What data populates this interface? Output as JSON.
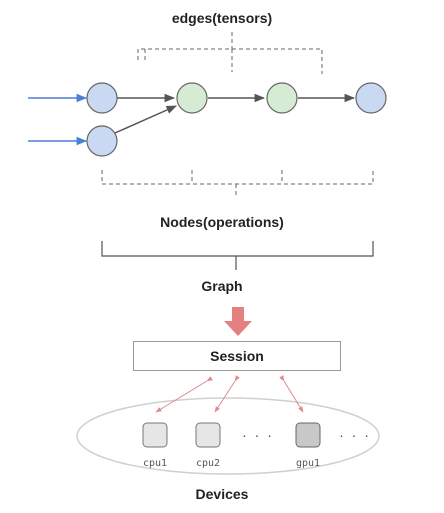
{
  "labels": {
    "edges": "edges(tensors)",
    "nodes": "Nodes(operations)",
    "graph": "Graph",
    "session": "Session",
    "devices": "Devices"
  },
  "devices": [
    {
      "label": "cpu1",
      "kind": "cpu"
    },
    {
      "label": "cpu2",
      "kind": "cpu"
    },
    {
      "label": "gpu1",
      "kind": "gpu"
    }
  ],
  "ellipsis": "· · ·",
  "colors": {
    "input_arrow": "#4a7fd8",
    "blue_node": "#c9d9f2",
    "green_node": "#d6ebd3",
    "node_stroke": "#666666",
    "big_arrow": "#e58080",
    "session_link": "#e08a8a",
    "bracket": "#666666",
    "device_fill": "#e6e6e6",
    "gpu_fill": "#c8c8c8"
  }
}
